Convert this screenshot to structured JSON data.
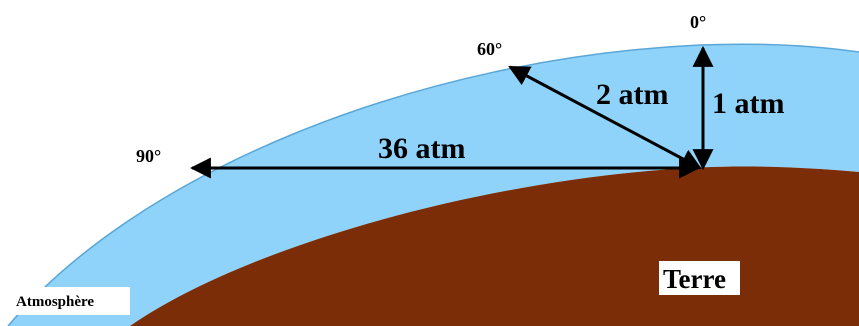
{
  "diagram": {
    "angles": {
      "zenith": "0°",
      "sixty": "60°",
      "ninety": "90°"
    },
    "paths": {
      "vertical": "1 atm",
      "oblique": "2 atm",
      "horizontal": "36 atm"
    },
    "regions": {
      "atmosphere": "Atmosphère",
      "earth": "Terre"
    },
    "colors": {
      "atmosphere": "#8fd3fb",
      "earth": "#7a2d06",
      "background": "#ffffff",
      "arrows": "#000000"
    }
  }
}
